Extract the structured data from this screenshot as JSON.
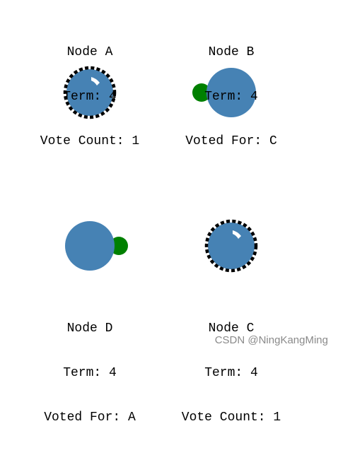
{
  "nodes": {
    "a": {
      "name": "Node A",
      "term": "Term: 4",
      "detail": "Vote Count: 1",
      "role": "candidate"
    },
    "b": {
      "name": "Node B",
      "term": "Term: 4",
      "detail": "Voted For: C",
      "role": "follower"
    },
    "d": {
      "name": "Node D",
      "term": "Term: 4",
      "detail": "Voted For: A",
      "role": "follower"
    },
    "c": {
      "name": "Node C",
      "term": "Term: 4",
      "detail": "Vote Count: 1",
      "role": "candidate"
    }
  },
  "colors": {
    "node_fill": "#4682b4",
    "vote_message": "#008000",
    "candidate_ring": "#000000",
    "timer_arc": "#ffffff"
  },
  "watermark": "CSDN @NingKangMing"
}
